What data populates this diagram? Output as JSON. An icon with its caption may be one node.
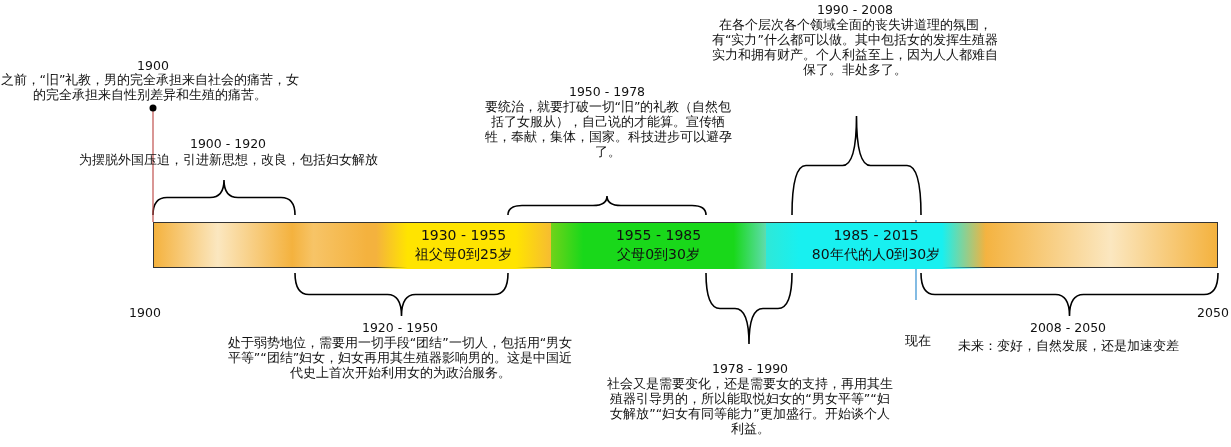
{
  "diagram": {
    "nodes": [
      {
        "text": [],
        "shape": "bar"
      },
      {
        "text": [
          "1930 - 1955",
          "祖父母0到25岁"
        ],
        "in": 0
      },
      {
        "text": [
          "1955 - 1985",
          "父母0到30岁"
        ],
        "in": 0
      },
      {
        "text": [
          "1985 - 2015",
          "80年代的人0到30岁"
        ],
        "in": 0
      }
    ],
    "edges": [],
    "labels": [
      "1990 - 2008",
      "在各个层次各个领域全面的丧失讲道理的氛围，有“实力”什么都可以做。其中包括女的发挥生殖器实力和拥有财产。个人利益至上，因为人人都难自保了。非处多了。",
      "1900",
      "之前，“旧”礼教，男的完全承担来自社会的痛苦，女的完全承担来自性别差异和生殖的痛苦。",
      "1950 - 1978",
      "要统治，就要打破一切“旧”的礼教（自然包括了女服从），自己说的才能算。宣传牺牲，奉献，集体，国家。科技进步可以避孕了。",
      "1900 - 1920",
      "为摆脱外国压迫，引进新思想，改良，包括妇女解放",
      "1900",
      "2050",
      "1920 - 1950",
      "处于弱势地位，需要用一切手段“团结”一切人，包括用“男女平等”“团结”妇女，妇女再用其生殖器影响男的。这是中国近代史上首次开始利用女的为政治服务。",
      "现在",
      "2008 - 2050",
      "未来：变好，自然发展，还是加速变差",
      "1978 - 1990",
      "社会又是需要变化，还是需要女的支持，再用其生殖器引导男的，所以能取悦妇女的“男女平等”“妇女解放”“妇女有同等能力”更加盛行。开始谈个人利益。"
    ]
  }
}
